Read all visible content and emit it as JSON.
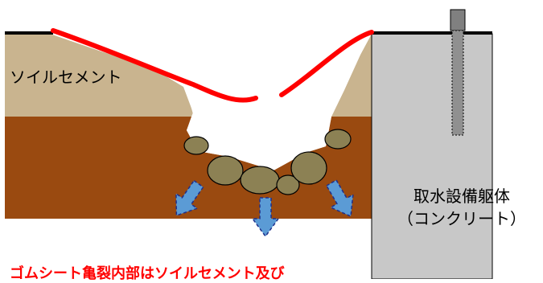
{
  "labels": {
    "soil_cement": "ソイルセメント",
    "structure_line1": "取水設備躯体",
    "structure_line2": "（コンクリート）",
    "note": "ゴムシート亀裂内部はソイルセメント及び"
  },
  "colors": {
    "soil_cement": "#c9b48f",
    "ground": "#9a4a10",
    "concrete": "#c8c8c8",
    "rubber_sheet": "#ff0000",
    "stones": "#8c8154",
    "flow_arrows": "#5b9bd5",
    "note_text": "#ff0000"
  },
  "icons": {
    "flow": "down-arrow-icon",
    "stone": "stone-icon"
  }
}
